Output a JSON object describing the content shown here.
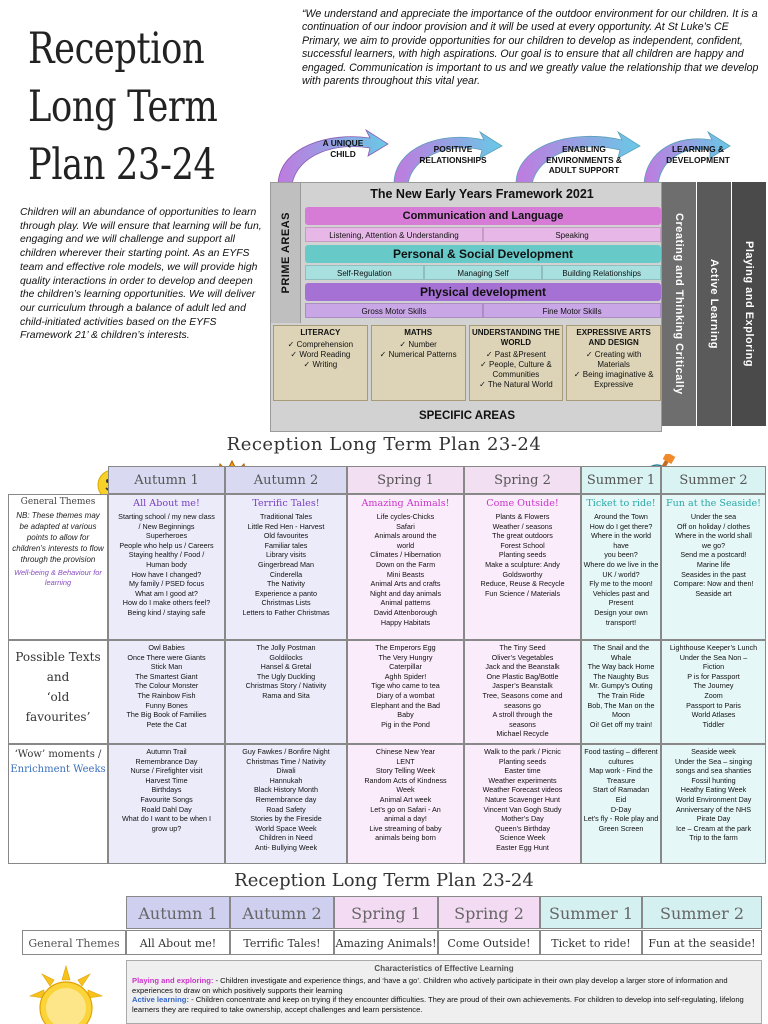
{
  "header": {
    "title": "Reception Long Term Plan 23-24",
    "quote": "“We understand and appreciate the importance of the outdoor environment for our children. It is a continuation of our indoor provision and it will be used at every opportunity. At St Luke’s CE Primary, we aim to provide opportunities for our children to develop as independent, confident, successful learners, with high aspirations. Our goal is to ensure that all children are happy and engaged. Communication is important to us and we greatly value the relationship that we develop with parents throughout this vital year.",
    "intro": "Children will an abundance of opportunities to learn through play. We will ensure that learning will be fun, engaging and we will challenge and support all children wherever their starting point. As an EYFS team and effective role models, we will provide high quality interactions in order to develop and deepen the children’s learning opportunities. We will deliver our curriculum through a balance of adult led and child-initiated activities based on the EYFS Framework 21’ & children’s interests."
  },
  "diagram": {
    "arrow_labels": [
      "A UNIQUE CHILD",
      "POSITIVE RELATIONSHIPS",
      "ENABLING ENVIRONMENTS & ADULT SUPPORT",
      "LEARNING & DEVELOPMENT"
    ],
    "framework_title": "The New Early Years Framework 2021",
    "prime_label": "PRIME AREAS",
    "prime_areas": [
      {
        "name": "Communication and Language",
        "subs": [
          "Listening, Attention & Understanding",
          "Speaking"
        ],
        "color": "#d67bd6",
        "sub_color": "#e7b8e7"
      },
      {
        "name": "Personal & Social Development",
        "subs": [
          "Self-Regulation",
          "Managing Self",
          "Building Relationships"
        ],
        "color": "#68c9c9",
        "sub_color": "#a8e0e0"
      },
      {
        "name": "Physical development",
        "subs": [
          "Gross Motor Skills",
          "Fine Motor Skills"
        ],
        "color": "#a571d4",
        "sub_color": "#c9a6e6"
      }
    ],
    "specific_areas": [
      {
        "title": "LITERACY",
        "items": [
          "Comprehension",
          "Word Reading",
          "Writing"
        ]
      },
      {
        "title": "MATHS",
        "items": [
          "Number",
          "Numerical Patterns"
        ]
      },
      {
        "title": "UNDERSTANDING THE WORLD",
        "items": [
          "Past &Present",
          "People, Culture & Communities",
          "The Natural World"
        ]
      },
      {
        "title": "EXPRESSIVE ARTS AND DESIGN",
        "items": [
          "Creating with Materials",
          "Being imaginative & Expressive"
        ]
      }
    ],
    "specific_label": "SPECIFIC AREAS",
    "characteristics": [
      "Creating and Thinking Critically",
      "Active Learning",
      "Playing and Exploring"
    ]
  },
  "mid_table": {
    "title": "Reception Long Term Plan 23-24",
    "columns": [
      {
        "label": "Autumn 1",
        "bg": "#ffffff",
        "head_bg": "#d9d9f2"
      },
      {
        "label": "Autumn 2",
        "bg": "#ffffff",
        "head_bg": "#d9d9f2"
      },
      {
        "label": "Spring 1",
        "bg": "#ffffff",
        "head_bg": "#f2dff2"
      },
      {
        "label": "Spring 2",
        "bg": "#ffffff",
        "head_bg": "#f2dff2"
      },
      {
        "label": "Summer 1",
        "bg": "#ffffff",
        "head_bg": "#d9f2f2"
      },
      {
        "label": "Summer 2",
        "bg": "#ffffff",
        "head_bg": "#d9f2f2"
      }
    ],
    "row_labels": {
      "themes": "General Themes",
      "themes_note": "NB: These themes may be adapted at various points to allow for children’s interests to flow through the provision",
      "themes_wellbeing": "Well-being & Behaviour for learning",
      "texts": [
        "Possible Texts",
        "and",
        "‘old",
        "favourites’"
      ],
      "wow": "‘Wow’ moments /",
      "wow_sub": "Enrichment Weeks"
    },
    "themes": [
      {
        "title": "All About me!",
        "lines": [
          "Starting school / my new class",
          "/ New Beginnings",
          "Superheroes",
          "People who help us / Careers",
          "Staying healthy / Food /",
          "Human body",
          "How have I changed?",
          "My family / PSED focus",
          "What am I good at?",
          "How do I make others feel?",
          "Being kind / staying safe"
        ]
      },
      {
        "title": "Terrific Tales!",
        "lines": [
          "Traditional Tales",
          "Little Red Hen - Harvest",
          "Old favourites",
          "Familiar tales",
          "Library visits",
          "Gingerbread Man",
          "Cinderella",
          "The Nativity",
          "Experience a panto",
          "Christmas Lists",
          "Letters to Father Christmas"
        ]
      },
      {
        "title": "Amazing Animals!",
        "lines": [
          "Life cycles-Chicks",
          "Safari",
          "Animals around the",
          "world",
          "Climates / Hibernation",
          "Down on the Farm",
          "Mini Beasts",
          "Animal Arts and crafts",
          "Night and day animals",
          "Animal patterns",
          "David Attenborough",
          "Happy Habitats"
        ]
      },
      {
        "title": "Come Outside!",
        "lines": [
          "Plants & Flowers",
          "Weather / seasons",
          "The great outdoors",
          "Forest School",
          "Planting seeds",
          "Make a sculpture: Andy",
          "Goldsworthy",
          "Reduce, Reuse & Recycle",
          "Fun Science / Materials"
        ]
      },
      {
        "title": "Ticket to ride!",
        "lines": [
          "Around the Town",
          "How do I get there?",
          "Where in the world have",
          "you been?",
          "Where do we live in the",
          "UK / world?",
          "Fly me to the moon!",
          "Vehicles past and Present",
          "Design your own",
          "transport!"
        ]
      },
      {
        "title": "Fun at the Seaside!",
        "lines": [
          "Under the sea",
          "Off on holiday / clothes",
          "Where in the world shall",
          "we go?",
          "Send me a postcard!",
          "Marine life",
          "Seasides in the past",
          "Compare: Now and then!",
          "Seaside art"
        ]
      }
    ],
    "texts": [
      [
        "Owl Babies",
        "Once There were Giants",
        "Stick Man",
        "The Smartest Giant",
        "The Colour Monster",
        "The Rainbow Fish",
        "Funny Bones",
        "The Big Book of Families",
        "Pete the Cat"
      ],
      [
        "The Jolly Postman",
        "Goldilocks",
        "Hansel & Gretal",
        "The Ugly Duckling",
        "Christmas Story / Nativity",
        "Rama and Sita"
      ],
      [
        "The Emperors Egg",
        "The Very Hungry",
        "Caterpillar",
        "Aghh Spider!",
        "Tige who came to tea",
        "Diary of a wombat",
        "Elephant and the Bad",
        "Baby",
        "Pig in the Pond"
      ],
      [
        "The Tiny Seed",
        "Oliver’s Vegetables",
        "Jack and the Beanstalk",
        "One Plastic Bag/Bottle",
        "Jasper’s Beanstalk",
        "Tree, Seasons come and",
        "seasons go",
        "A stroll through the",
        "seasons",
        "Michael Recycle"
      ],
      [
        "The Snail and the Whale",
        "The Way back Home",
        "The Naughty Bus",
        "Mr. Gumpy’s Outing",
        "The Train Ride",
        "Bob, The Man on the",
        "Moon",
        "Oi! Get off my train!"
      ],
      [
        "Lighthouse Keeper’s Lunch",
        "Under the Sea Non –",
        "Fiction",
        "P is for Passport",
        "The Journey",
        "Zoom",
        "Passport to Paris",
        "World Atlases",
        "Tiddler"
      ]
    ],
    "wow": [
      [
        "Autumn Trail",
        "Remembrance Day",
        "Nurse / Firefighter visit",
        "Harvest Time",
        "Birthdays",
        "Favourite Songs",
        "Roald Dahl Day",
        "What do I want to be when I",
        "grow up?"
      ],
      [
        "Guy Fawkes / Bonfire Night",
        "Christmas Time / Nativity",
        "Diwali",
        "Hannukah",
        "Black History Month",
        "Remembrance day",
        "Road Safety",
        "Stories by the Fireside",
        "World Space Week",
        "Children in Need",
        "Anti- Bullying Week"
      ],
      [
        "Chinese New Year",
        "LENT",
        "Story Telling Week",
        "Random Acts of Kindness",
        "Week",
        "Animal Art week",
        "Let’s go on Safari - An",
        "animal a day!",
        "Live streaming of baby",
        "animals being born"
      ],
      [
        "Walk to the park / Picnic",
        "Planting seeds",
        "Easter time",
        "Weather experiments",
        "Weather Forecast videos",
        "Nature Scavenger Hunt",
        "Vincent Van Gogh Study",
        "Mother’s Day",
        "Queen’s Birthday",
        "Science Week",
        "Easter Egg Hunt"
      ],
      [
        "Food tasting – different",
        "cultures",
        "Map work - Find the",
        "Treasure",
        "Start of Ramadan",
        "Eid",
        "D-Day",
        "Let’s fly - Role play and",
        "Green Screen"
      ],
      [
        "Seaside week",
        "Under the Sea – singing",
        "songs and sea shanties",
        "Fossil hunting",
        "Heathy Eating Week",
        "World Environment Day",
        "Anniversary of the NHS",
        "Pirate Day",
        "Ice – Cream at the park",
        "Trip to the farm"
      ]
    ]
  },
  "bottom": {
    "title": "Reception Long Term Plan 23-24",
    "general_themes_label": "General Themes",
    "columns": [
      "Autumn 1",
      "Autumn 2",
      "Spring 1",
      "Spring 2",
      "Summer 1",
      "Summer 2"
    ],
    "themes": [
      "All About me!",
      "Terrific Tales!",
      "Amazing Animals!",
      "Come Outside!",
      "Ticket to ride!",
      "Fun at the seaside!"
    ],
    "characteristics_title": "Characteristics of Effective Learning",
    "playing_key": "Playing and exploring:",
    "playing_text": " - Children investigate and experience things, and ‘have a go’. Children who actively participate in their own play develop a larger store of information and experiences to draw on which positively supports their learning",
    "active_key": "Active learning:",
    "active_text": " - Children concentrate and keep on trying if they encounter difficulties. They are proud of their own achievements. For children to develop into self-regulating, lifelong learners they are required to take ownership, accept challenges and learn persistence."
  },
  "colors": {
    "autumn": "#cfcff0",
    "spring": "#f3dcf3",
    "summer": "#d4f0f0",
    "autumn_theme": "#7a3fc0",
    "spring_theme": "#cc33cc",
    "summer_theme": "#2aa8a8",
    "playing_key": "#cc33cc",
    "active_key": "#3366cc"
  }
}
